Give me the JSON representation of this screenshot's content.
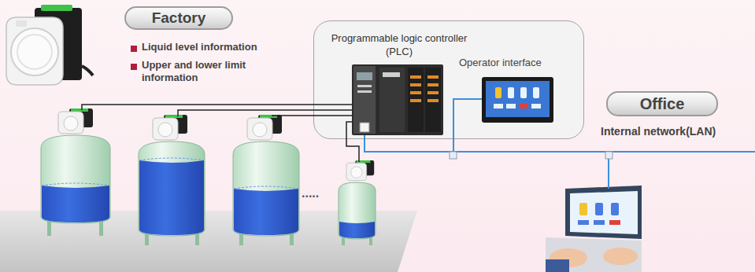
{
  "diagram": {
    "nodes": [
      {
        "text": [
          "Factory"
        ]
      },
      {
        "text": [
          "Programmable logic controller (PLC)"
        ]
      },
      {
        "text": [
          "Office"
        ]
      }
    ],
    "labels": [
      "Liquid level information",
      "Upper and lower limit information",
      "Operator interface",
      "Internal network(LAN)",
      "....."
    ]
  }
}
